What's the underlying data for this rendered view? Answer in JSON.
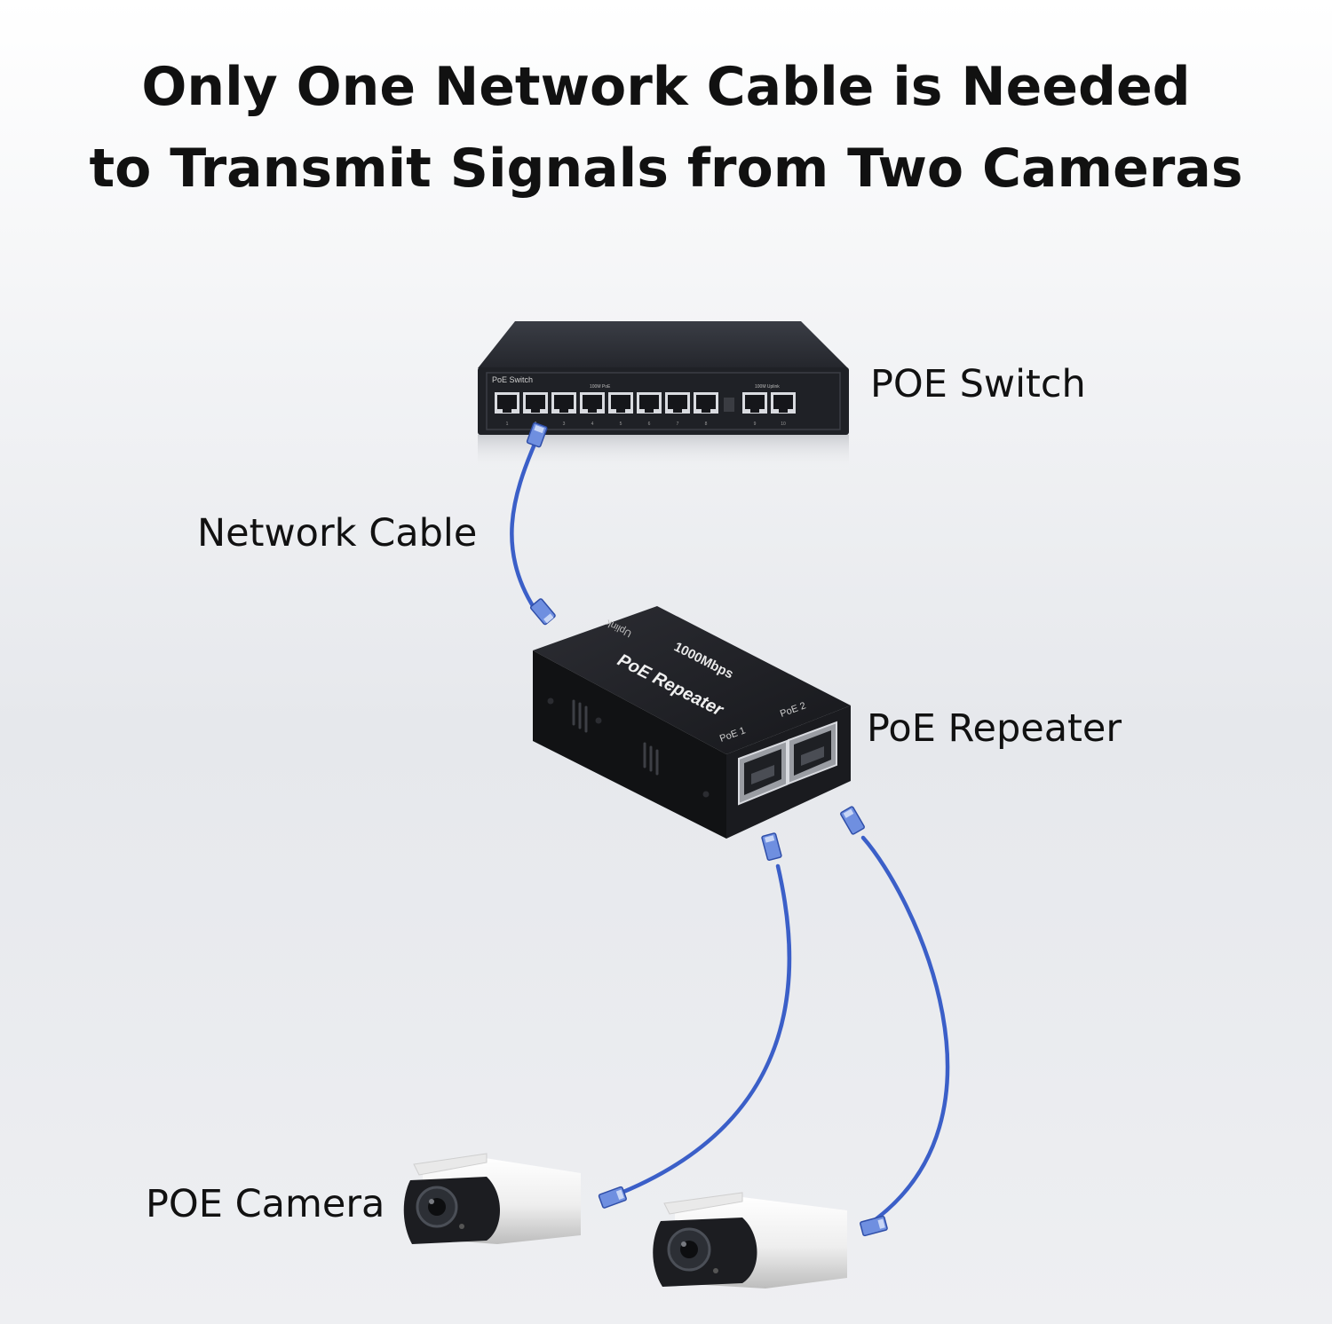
{
  "headline": {
    "line1": "Only One Network Cable is Needed",
    "line2": "to Transmit Signals from Two Cameras"
  },
  "labels": {
    "switch": "POE Switch",
    "cable": "Network Cable",
    "repeater": "PoE Repeater",
    "camera": "POE Camera"
  },
  "switch_panel": {
    "brand": "PoE Switch",
    "group1": "100M PoE",
    "group2": "100M Uplink",
    "port_numbers": [
      "1",
      "2",
      "3",
      "4",
      "5",
      "6",
      "7",
      "8",
      "9",
      "10"
    ]
  },
  "repeater_panel": {
    "uplink": "Uplink",
    "speed": "1000Mbps",
    "name": "PoE Repeater",
    "port1": "PoE 1",
    "port2": "PoE 2"
  },
  "colors": {
    "cable": "#3b5fc8",
    "device": "#1b1c20",
    "camera_body": "#f2f2f2"
  }
}
